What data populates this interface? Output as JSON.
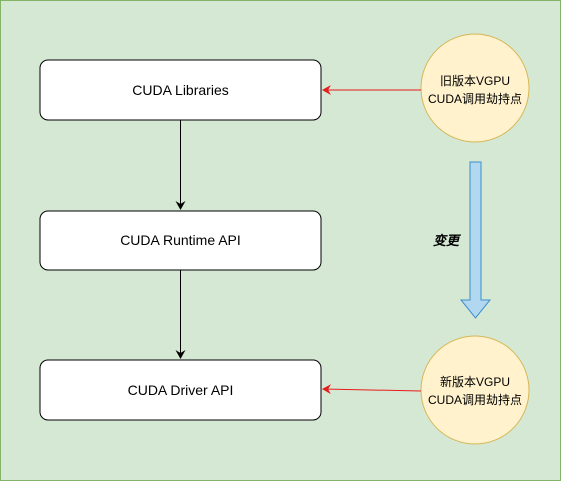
{
  "colors": {
    "background": "#d5e8d4",
    "border": "#82b366",
    "box_fill": "#ffffff",
    "box_stroke": "#000000",
    "circle_fill": "#fff2cc",
    "circle_stroke": "#d6b656",
    "red_arrow": "#e81c1c",
    "down_arrow_fill": "#b1d8f0",
    "down_arrow_stroke": "#3d8fc9"
  },
  "layers": {
    "libraries": "CUDA Libraries",
    "runtime": "CUDA Runtime API",
    "driver": "CUDA Driver API"
  },
  "old_hook": {
    "line1": "旧版本VGPU",
    "line2": "CUDA调用劫持点"
  },
  "new_hook": {
    "line1": "新版本VGPU",
    "line2": "CUDA调用劫持点"
  },
  "change_label": "变更"
}
